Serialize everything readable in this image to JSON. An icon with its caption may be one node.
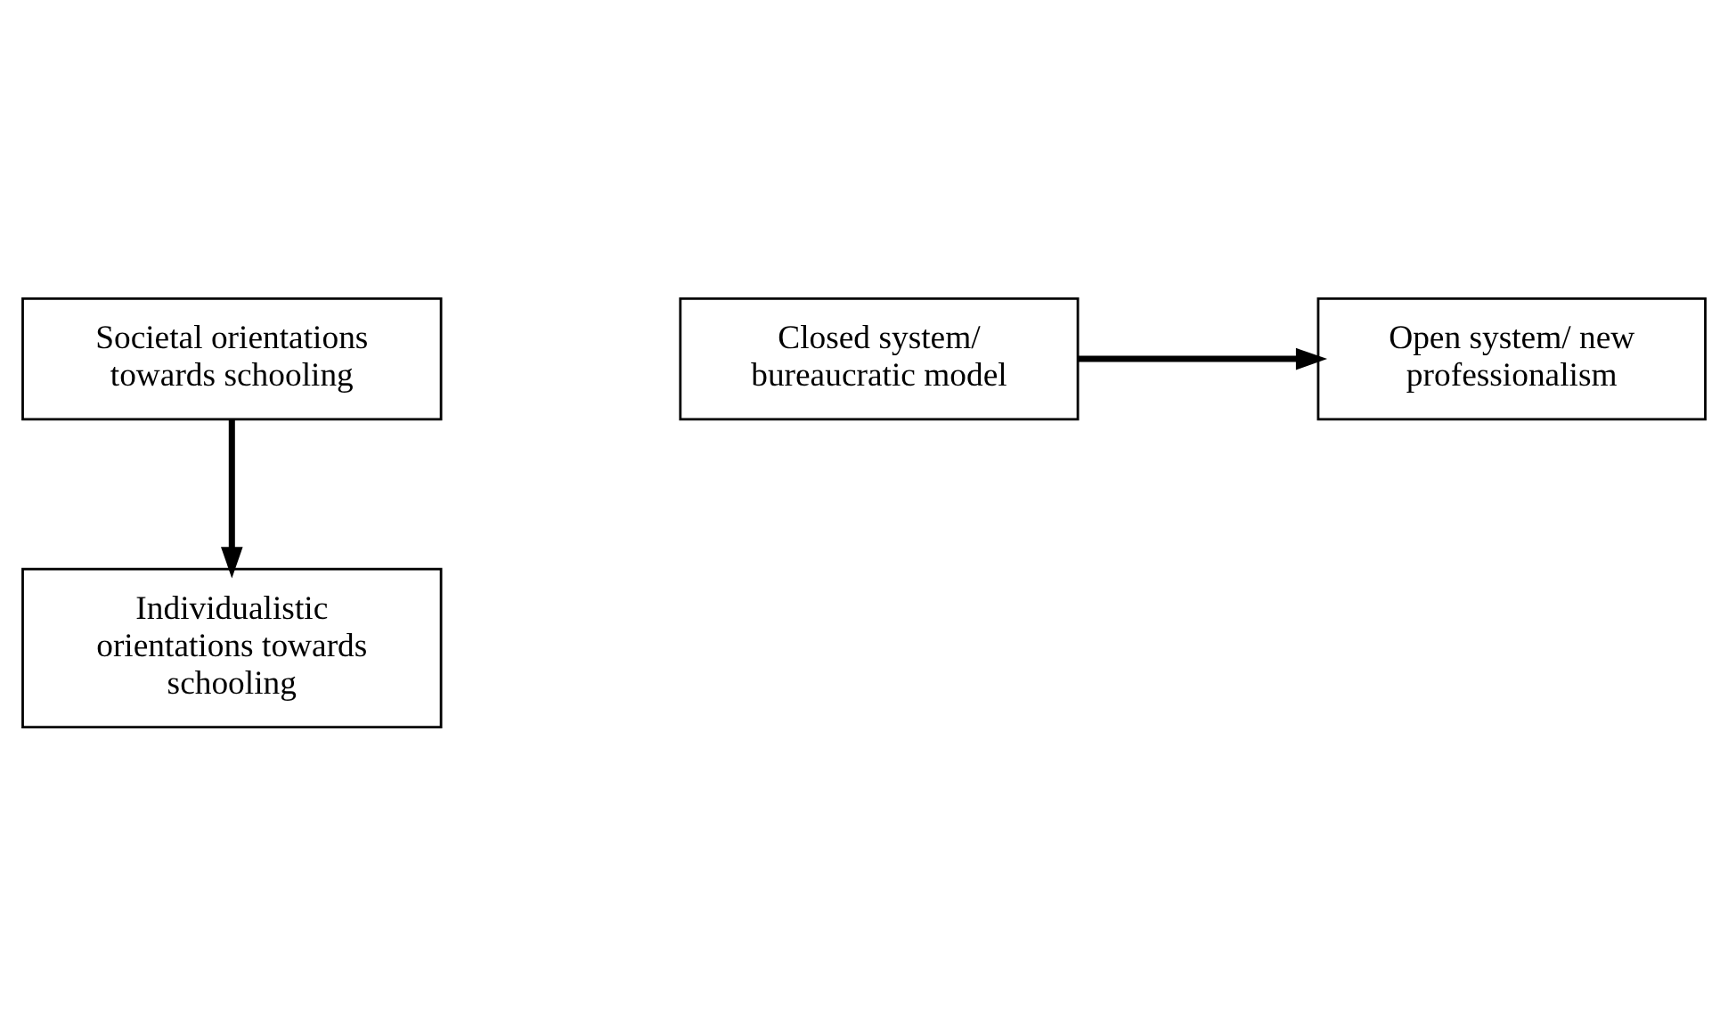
{
  "diagram": {
    "nodes": [
      {
        "text": [
          "Societal orientations towards schooling"
        ]
      },
      {
        "text": [
          "Closed system/ bureaucratic model"
        ]
      },
      {
        "text": [
          "Open system/ new professionalism"
        ]
      },
      {
        "text": [
          "Individualistic orientations towards schooling"
        ]
      }
    ],
    "edges": [
      {
        "from": 0,
        "to": 3,
        "arrow": "to"
      },
      {
        "from": 1,
        "to": 2,
        "arrow": "to"
      }
    ]
  }
}
